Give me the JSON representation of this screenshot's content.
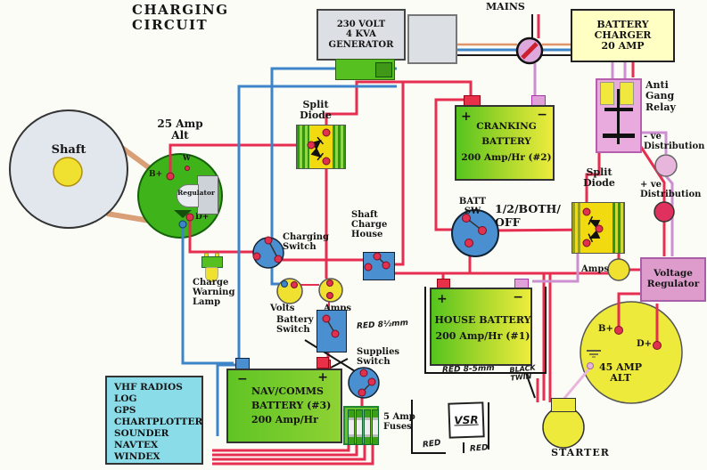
{
  "title": "CHARGING CIRCUIT",
  "generator": {
    "label": "230 VOLT\n4 KVA\nGENERATOR"
  },
  "mains": {
    "label": "MAINS"
  },
  "charger": {
    "label": "BATTERY\nCHARGER\n20 AMP"
  },
  "anti_gang_relay": {
    "label": "Anti\nGang\nRelay"
  },
  "neg_dist": {
    "label": "- ve\nDistribution"
  },
  "pos_dist": {
    "label": "+ ve\nDistribution"
  },
  "shaft": {
    "label": "Shaft"
  },
  "alt_25": {
    "label": "25 Amp\nAlt",
    "b_plus": "B+",
    "w": "W",
    "d_plus": "D+",
    "regulator": "Regulator"
  },
  "split_diode_left": {
    "label": "Split\nDiode"
  },
  "split_diode_right": {
    "label": "Split\nDiode"
  },
  "cranking_battery": {
    "plus": "+",
    "minus": "−",
    "label": "CRANKING\nBATTERY\n200 Amp/Hr (#2)"
  },
  "batt_sw": {
    "label": "BATT\nSW",
    "positions": "1/2/BOTH/\nOFF"
  },
  "amps_gauge_right": {
    "label": "Amps"
  },
  "voltage_regulator": {
    "label": "Voltage\nRegulator"
  },
  "alt_45": {
    "label": "45 AMP\nALT",
    "b_plus": "B+",
    "d_plus": "D+"
  },
  "charge_warning_lamp": {
    "label": "Charge\nWarning\nLamp"
  },
  "charging_switch": {
    "label": "Charging\nSwitch"
  },
  "shaft_charge_house": {
    "label": "Shaft\nCharge\nHouse"
  },
  "volts_gauge": {
    "label": "Volts"
  },
  "amps_gauge": {
    "label": "Amps"
  },
  "battery_switch": {
    "label": "Battery\nSwitch"
  },
  "house_battery": {
    "plus": "+",
    "minus": "−",
    "label": "HOUSE BATTERY\n200 Amp/Hr (#1)"
  },
  "supplies_switch": {
    "label": "Supplies\nSwitch"
  },
  "nav_comms_battery": {
    "minus": "−",
    "plus": "+",
    "label": "NAV/COMMS\nBATTERY (#3)\n200 Amp/Hr"
  },
  "fuses": {
    "label": "5 Amp\nFuses"
  },
  "vsr": {
    "label": "VSR"
  },
  "starter": {
    "label": "STARTER"
  },
  "instruments": {
    "items": [
      "VHF RADIOS",
      "LOG",
      "GPS",
      "CHARTPLOTTER",
      "SOUNDER",
      "NAVTEX",
      "WINDEX"
    ]
  },
  "annotations": {
    "wire_supplies": "RED 8½mm",
    "wire_house": "RED 8-5mm",
    "wire_black_twin": "BLACK\nTWIN",
    "red_left": "RED",
    "red_right": "RED"
  },
  "colors": {
    "wire_red": "#e62e50",
    "wire_blue": "#3d85c8",
    "wire_violet": "#cc8fd0",
    "wire_pink": "#e8b6dc",
    "wire_orange": "#e09468",
    "battery_green": "#55c41e",
    "battery_yellow": "#ecec3c",
    "panel_cyan": "#8adce8",
    "charger_yellow": "#ffffc4",
    "relay_pink": "#e9aade",
    "switch_blue": "#4a90d0",
    "gauge_yellow": "#f0e030",
    "alt_green": "#3eb31a"
  }
}
